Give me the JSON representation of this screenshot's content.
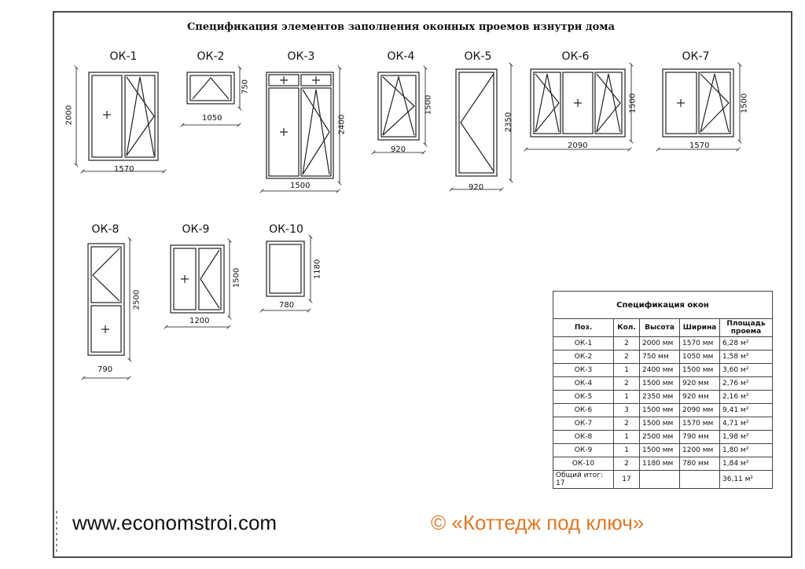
{
  "title": "Спецификация элементов заполнения оконных проемов изнутри дома",
  "windows": [
    {
      "id": "OK-1",
      "label": "ОК-1",
      "height": "2000",
      "width": "1570"
    },
    {
      "id": "OK-2",
      "label": "ОК-2",
      "height": "750",
      "width": "1050"
    },
    {
      "id": "OK-3",
      "label": "ОК-3",
      "height": "2400",
      "width": "1500"
    },
    {
      "id": "OK-4",
      "label": "ОК-4",
      "height": "1500",
      "width": "920"
    },
    {
      "id": "OK-5",
      "label": "ОК-5",
      "height": "2350",
      "width": "920"
    },
    {
      "id": "OK-6",
      "label": "ОК-6",
      "height": "1500",
      "width": "2090"
    },
    {
      "id": "OK-7",
      "label": "ОК-7",
      "height": "1500",
      "width": "1570"
    },
    {
      "id": "OK-8",
      "label": "ОК-8",
      "height": "2500",
      "width": "790"
    },
    {
      "id": "OK-9",
      "label": "ОК-9",
      "height": "1500",
      "width": "1200"
    },
    {
      "id": "OK-10",
      "label": "ОК-10",
      "height": "1180",
      "width": "780"
    }
  ],
  "spec_table": {
    "caption": "Спецификация окон",
    "headers": [
      "Поз.",
      "Кол.",
      "Высота",
      "Ширина",
      "Площадь проема"
    ],
    "rows": [
      [
        "ОК-1",
        "2",
        "2000 мм",
        "1570 мм",
        "6,28 м²"
      ],
      [
        "ОК-2",
        "2",
        "750 мм",
        "1050 мм",
        "1,58 м²"
      ],
      [
        "ОК-3",
        "1",
        "2400 мм",
        "1500 мм",
        "3,60 м²"
      ],
      [
        "ОК-4",
        "2",
        "1500 мм",
        "920 мм",
        "2,76 м²"
      ],
      [
        "ОК-5",
        "1",
        "2350 мм",
        "920 мм",
        "2,16 м²"
      ],
      [
        "ОК-6",
        "3",
        "1500 мм",
        "2090 мм",
        "9,41 м²"
      ],
      [
        "ОК-7",
        "2",
        "1500 мм",
        "1570 мм",
        "4,71 м²"
      ],
      [
        "ОК-8",
        "1",
        "2500 мм",
        "790 мм",
        "1,98 м²"
      ],
      [
        "ОК-9",
        "1",
        "1500 мм",
        "1200 мм",
        "1,80 м²"
      ],
      [
        "ОК-10",
        "2",
        "1180 мм",
        "780 мм",
        "1,84 м²"
      ]
    ],
    "total_label": "Общий итог: 17",
    "total_count": "17",
    "total_area": "36,11 м²"
  },
  "footer": {
    "website": "www.economstroi.com",
    "copyright": "© «Коттедж под ключ»",
    "copyright_color": "#e07828"
  }
}
